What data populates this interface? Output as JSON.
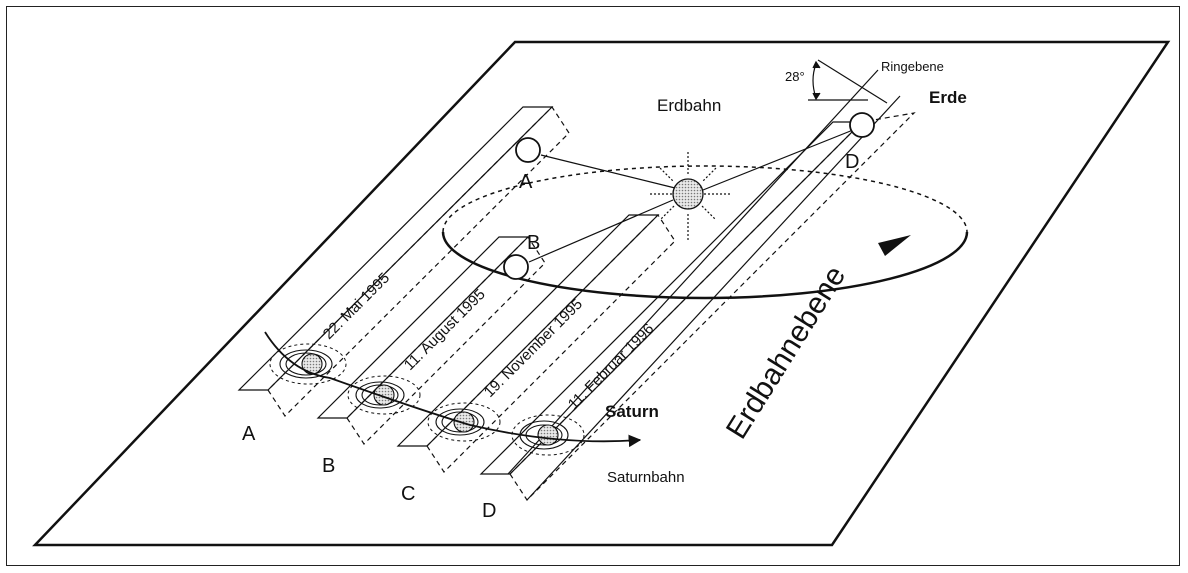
{
  "labels": {
    "earth_orbit": "Erdbahn",
    "ring_plane": "Ringebene",
    "angle": "28°",
    "earth": "Erde",
    "saturn": "Saturn",
    "saturn_orbit": "Saturnbahn",
    "orbital_plane": "Erdbahnebene",
    "earth_pos_a": "A",
    "earth_pos_b": "B",
    "earth_pos_d": "D",
    "date_a": "22. Mai 1995",
    "date_b": "11. August 1995",
    "date_c": "19. November 1995",
    "date_d": "11. Februar 1996",
    "pos_a": "A",
    "pos_b": "B",
    "pos_c": "C",
    "pos_d": "D"
  }
}
